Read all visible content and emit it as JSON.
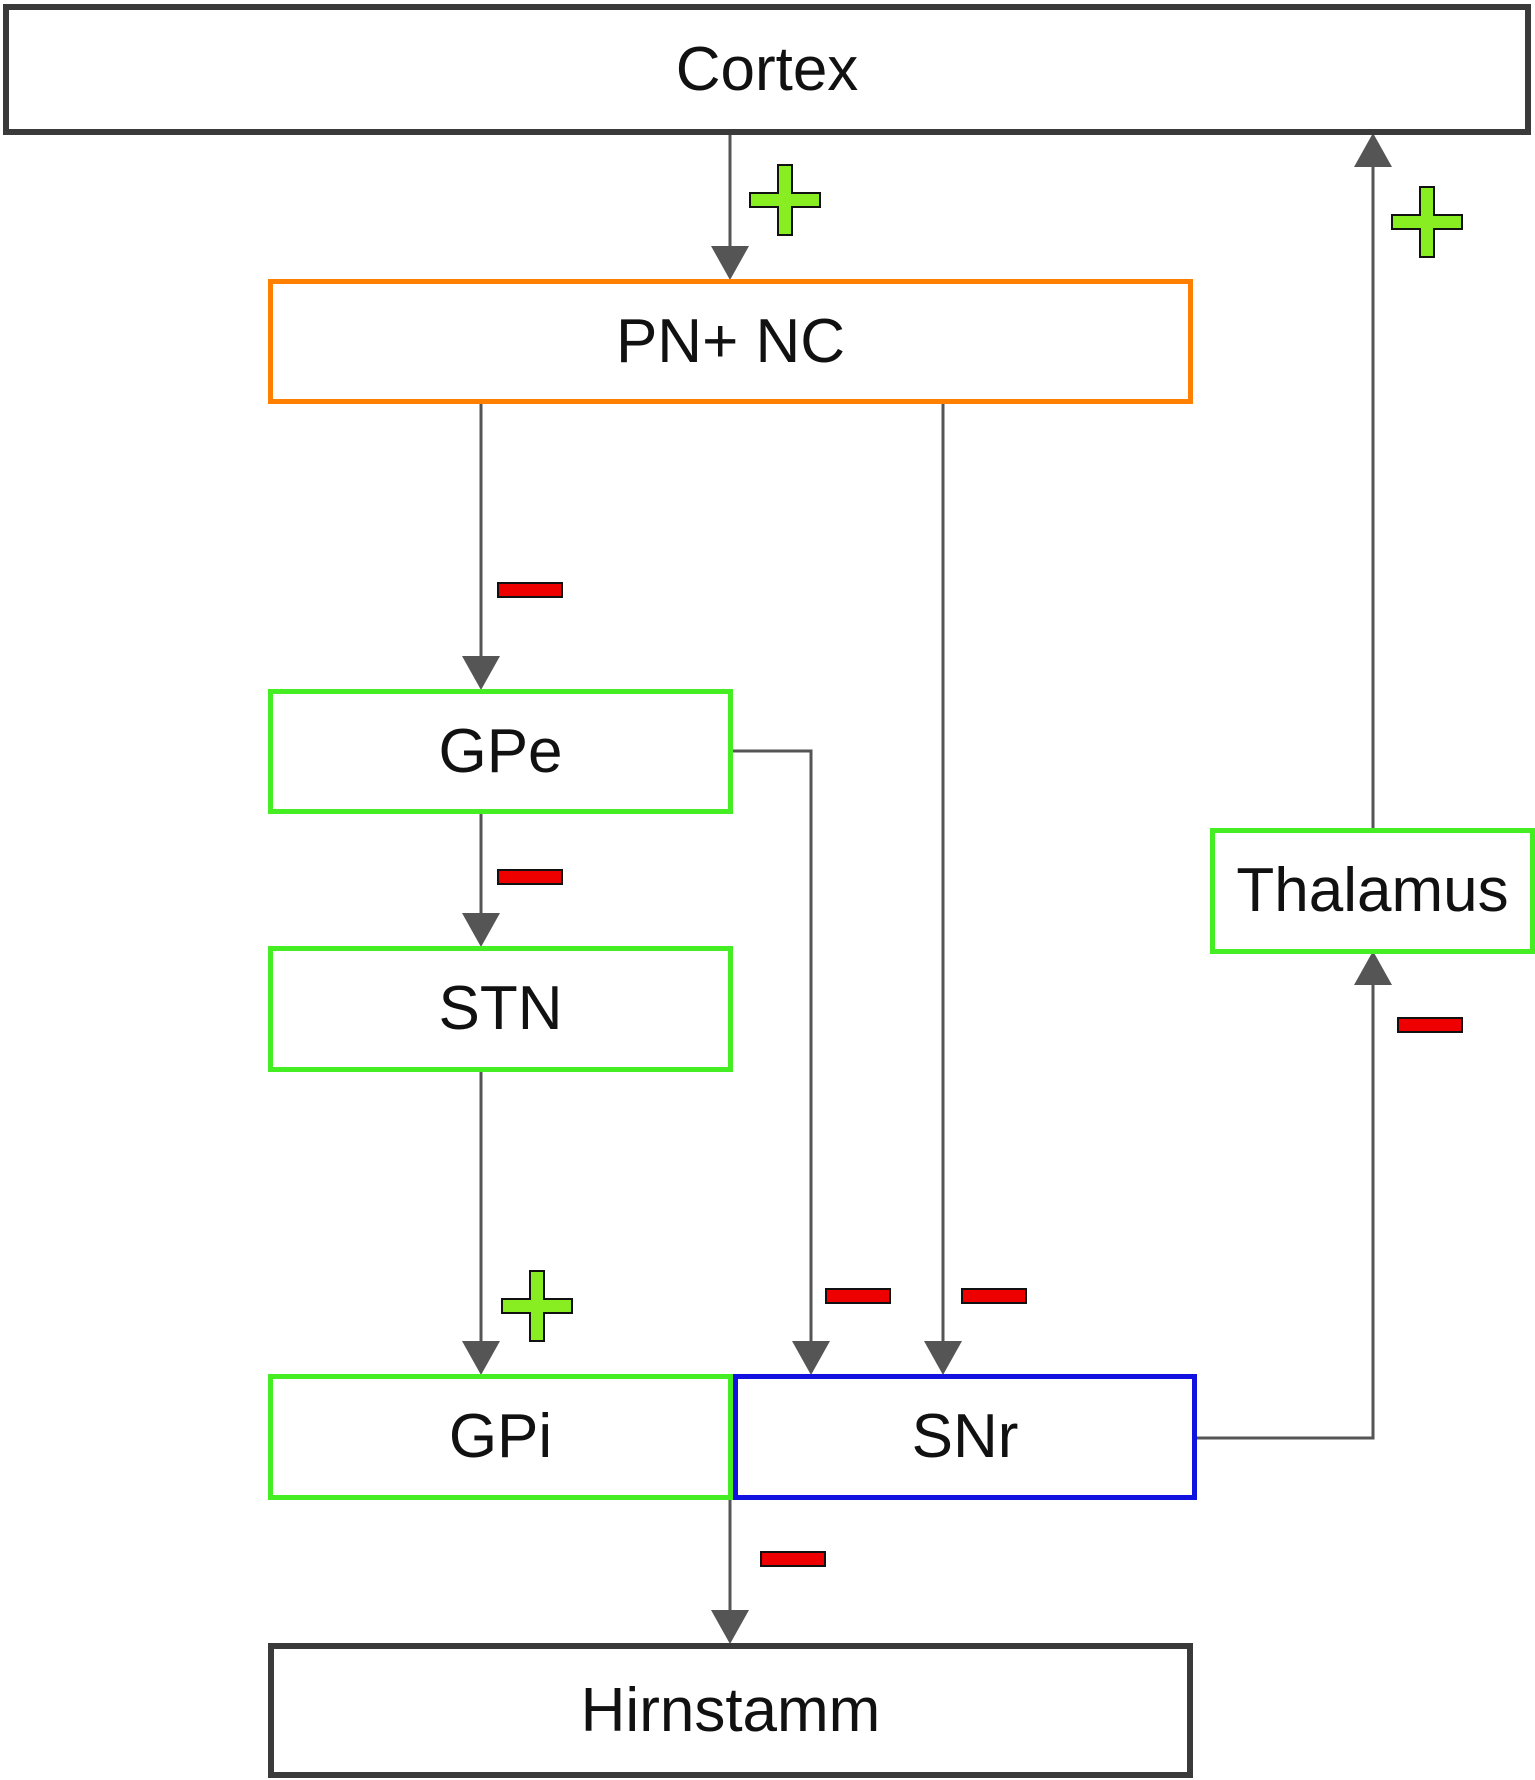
{
  "nodes": {
    "cortex": "Cortex",
    "pn_nc": "PN+ NC",
    "gpe": "GPe",
    "stn": "STN",
    "gpi": "GPi",
    "snr": "SNr",
    "thalamus": "Thalamus",
    "hirnstamm": "Hirnstamm"
  },
  "edges": [
    {
      "from": "Cortex",
      "to": "PN+ NC",
      "sign": "+"
    },
    {
      "from": "PN+ NC",
      "to": "GPe",
      "sign": "-"
    },
    {
      "from": "PN+ NC",
      "to": "SNr",
      "sign": "-"
    },
    {
      "from": "GPe",
      "to": "STN",
      "sign": "-"
    },
    {
      "from": "GPe",
      "to": "SNr",
      "sign": "-"
    },
    {
      "from": "STN",
      "to": "GPi",
      "sign": "+"
    },
    {
      "from": "GPi/SNr",
      "to": "Hirnstamm",
      "sign": "-"
    },
    {
      "from": "SNr",
      "to": "Thalamus",
      "sign": "-"
    },
    {
      "from": "Thalamus",
      "to": "Cortex",
      "sign": "+"
    }
  ],
  "colors": {
    "plus": "#88ee22",
    "minus": "#ee0000",
    "arrow": "#555555",
    "striatum": "#ff7f00",
    "green_nuclei": "#44ee22",
    "snr": "#1111e0",
    "outer_boxes": "#3a3a3a"
  }
}
